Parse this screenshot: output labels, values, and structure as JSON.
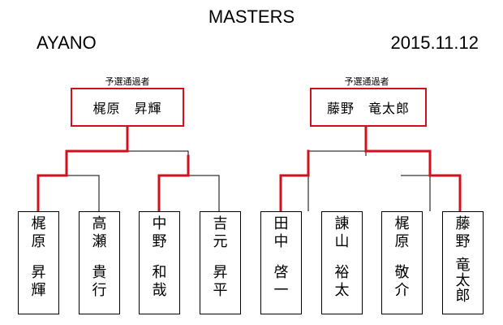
{
  "header": {
    "title": "MASTERS",
    "left_label": "AYANO",
    "date": "2015.11.12"
  },
  "blocks": [
    {
      "caption": "予選通過者",
      "winner": "梶原　昇輝",
      "players": [
        {
          "line1": "梶\n原",
          "line2": "昇\n輝"
        },
        {
          "line1": "高\n瀬",
          "line2": "貴\n行"
        },
        {
          "line1": "中\n野",
          "line2": "和\n哉"
        },
        {
          "line1": "吉\n元",
          "line2": "昇\n平"
        }
      ]
    },
    {
      "caption": "予選通過者",
      "winner": "藤野　竜太郎",
      "players": [
        {
          "line1": "田\n中",
          "line2": "啓\n一"
        },
        {
          "line1": "諌\n山",
          "line2": "裕\n太"
        },
        {
          "line1": "梶\n原",
          "line2": "敬\n介"
        },
        {
          "line1": "藤\n野",
          "line2": "竜\n太\n郎"
        }
      ]
    }
  ],
  "colors": {
    "accent": "#d0111d",
    "line": "#000000"
  }
}
